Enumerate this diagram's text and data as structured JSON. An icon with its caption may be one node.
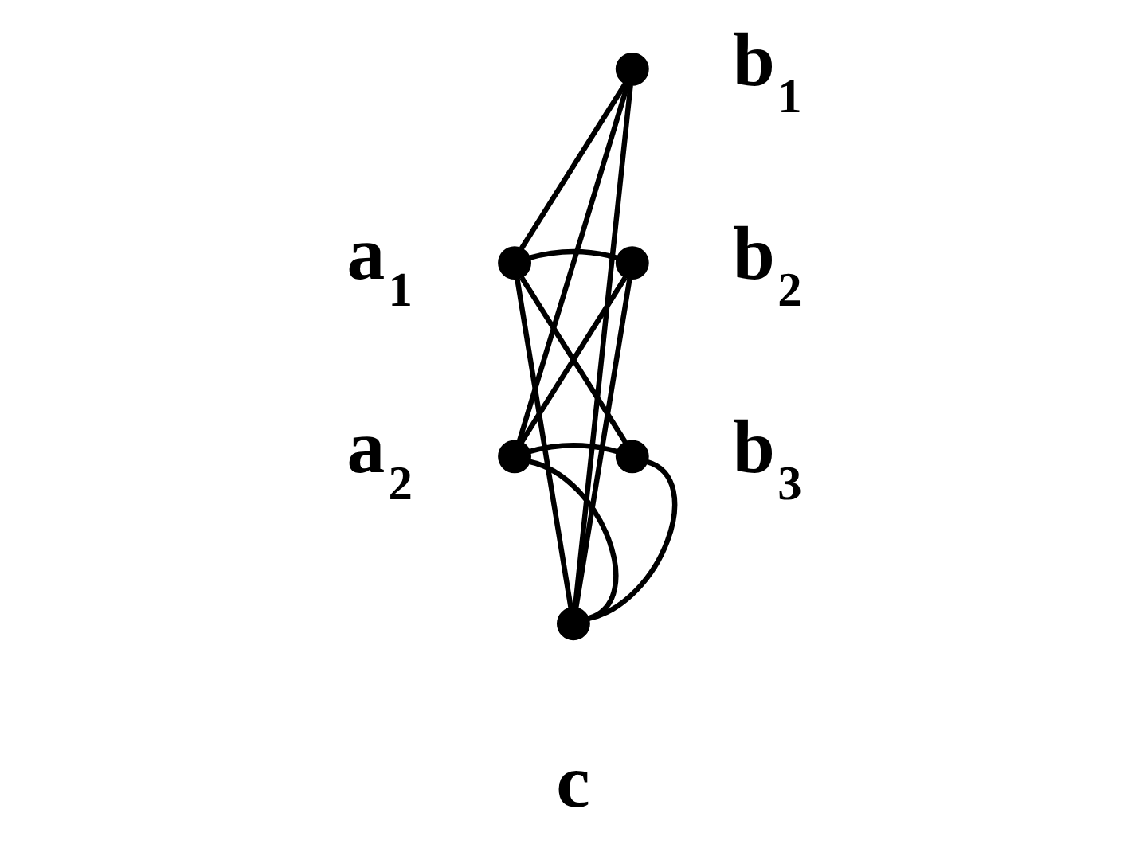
{
  "diagram": {
    "nodes": [
      {
        "text": [],
        "shape": "circle",
        "beside": [
          "a$_{1}$"
        ]
      },
      {
        "text": [],
        "shape": "circle",
        "beside": [
          "a$_{2}$"
        ]
      },
      {
        "text": [],
        "shape": "circle",
        "beside": [
          "b$_{1}$"
        ]
      },
      {
        "text": [],
        "shape": "circle",
        "beside": [
          "b$_{2}$"
        ]
      },
      {
        "text": [],
        "shape": "circle",
        "beside": [
          "b$_{3}$"
        ]
      },
      {
        "text": [],
        "shape": "circle",
        "beside": [
          "c"
        ]
      }
    ],
    "edges": [
      {
        "from": 0,
        "to": 2,
        "arrow": "none"
      },
      {
        "from": 0,
        "to": 3,
        "arrow": "none"
      },
      {
        "from": 0,
        "to": 4,
        "arrow": "none"
      },
      {
        "from": 0,
        "to": 5,
        "arrow": "none"
      },
      {
        "from": 1,
        "to": 2,
        "arrow": "none"
      },
      {
        "from": 1,
        "to": 3,
        "arrow": "none"
      },
      {
        "from": 1,
        "to": 4,
        "arrow": "none"
      },
      {
        "from": 1,
        "to": 5,
        "arrow": "none"
      },
      {
        "from": 2,
        "to": 5,
        "arrow": "none"
      },
      {
        "from": 3,
        "to": 5,
        "arrow": "none"
      },
      {
        "from": 4,
        "to": 5,
        "arrow": "none"
      }
    ]
  }
}
